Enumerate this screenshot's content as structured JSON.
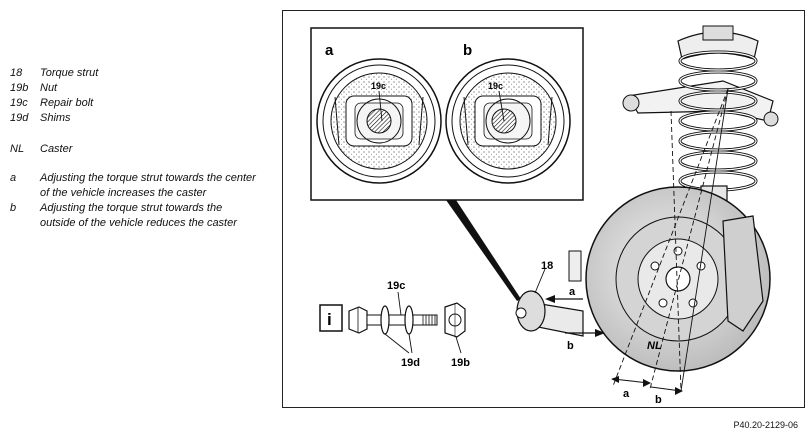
{
  "legend": {
    "items": [
      {
        "key": "18",
        "text": "Torque strut"
      },
      {
        "key": "19b",
        "text": "Nut"
      },
      {
        "key": "19c",
        "text": "Repair bolt"
      },
      {
        "key": "19d",
        "text": "Shims"
      },
      {
        "key": "NL",
        "text": "Caster"
      },
      {
        "key": "a",
        "text": "Adjusting the torque strut towards the center of the vehicle increases the caster"
      },
      {
        "key": "b",
        "text": "Adjusting the torque strut towards the outside of the vehicle reduces the caster"
      }
    ]
  },
  "figure": {
    "inset_label_a": "a",
    "inset_label_b": "b",
    "callout_19c": "19c",
    "callout_19d": "19d",
    "callout_19b": "19b",
    "callout_18": "18",
    "label_nl": "NL",
    "arrow_a": "a",
    "arrow_b": "b",
    "info_icon_glyph": "i",
    "figure_id": "P40.20-2129-06"
  }
}
